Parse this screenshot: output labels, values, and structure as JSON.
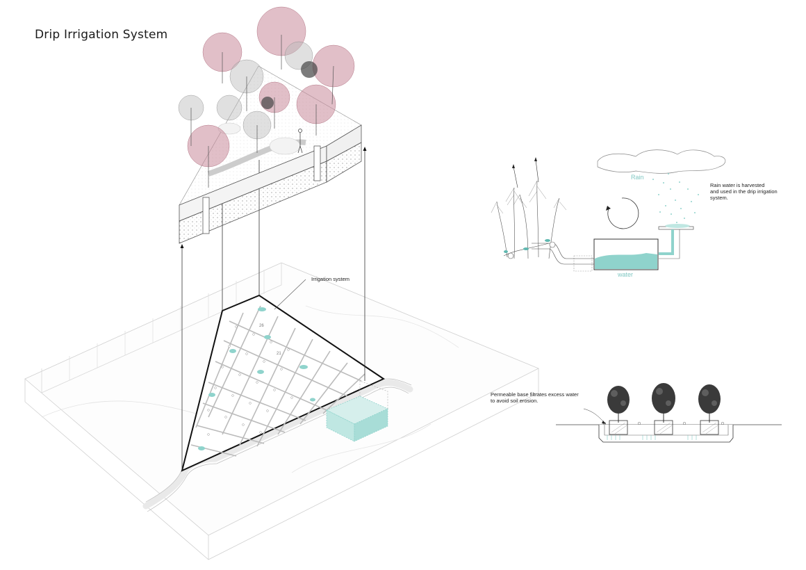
{
  "title": "Drip Irrigation System",
  "labels": {
    "irrigation_system": "Irrigation system",
    "rain": "Rain",
    "water": "water",
    "rain_note": "Rain water is harvested\nand used in the  drip irrigation\nsystem.",
    "permeable_note": "Permeable base  filtrates excess water\nto avoid soil erosion.",
    "grid_num_1": "26",
    "grid_num_2": "21"
  },
  "colors": {
    "teal": "#8fd3cc",
    "teal_dark": "#5fb8b0",
    "tree_pink": "#c98a9a",
    "line": "#333333",
    "light_line": "#bdbdbd"
  }
}
